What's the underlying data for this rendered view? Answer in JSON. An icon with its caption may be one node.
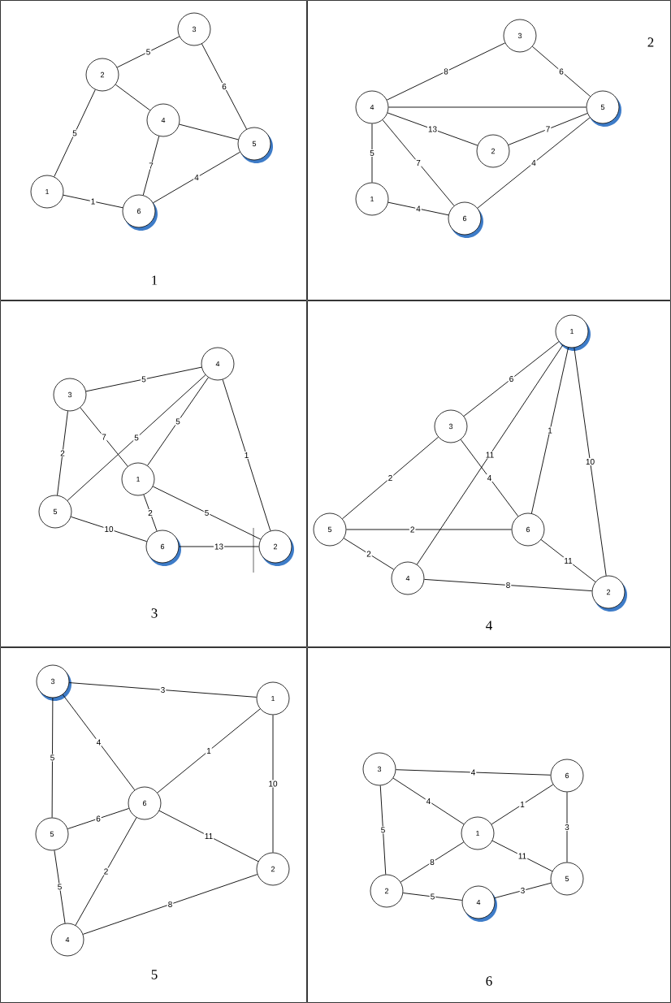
{
  "diagram": {
    "nodes": [
      {
        "text": [
          "1"
        ]
      },
      {
        "text": [
          "3"
        ],
        "in": 0
      },
      {
        "text": [
          "2"
        ],
        "in": 0
      },
      {
        "text": [
          "4"
        ],
        "in": 0
      },
      {
        "text": [
          "5"
        ],
        "in": 0
      },
      {
        "text": [
          "1"
        ],
        "in": 0
      },
      {
        "text": [
          "6"
        ],
        "in": 0
      },
      {
        "text": [
          "2"
        ]
      },
      {
        "text": [
          "3"
        ],
        "in": 7
      },
      {
        "text": [
          "4"
        ],
        "in": 7
      },
      {
        "text": [
          "5"
        ],
        "in": 7
      },
      {
        "text": [
          "2"
        ],
        "in": 7
      },
      {
        "text": [
          "1"
        ],
        "in": 7
      },
      {
        "text": [
          "6"
        ],
        "in": 7
      },
      {
        "text": [
          "3"
        ]
      },
      {
        "text": [
          "4"
        ],
        "in": 14
      },
      {
        "text": [
          "3"
        ],
        "in": 14
      },
      {
        "text": [
          "1"
        ],
        "in": 14
      },
      {
        "text": [
          "5"
        ],
        "in": 14
      },
      {
        "text": [
          "6"
        ],
        "in": 14
      },
      {
        "text": [
          "2"
        ],
        "in": 14
      },
      {
        "text": [
          "4"
        ]
      },
      {
        "text": [
          "1"
        ],
        "in": 21
      },
      {
        "text": [
          "3"
        ],
        "in": 21
      },
      {
        "text": [
          "5"
        ],
        "in": 21
      },
      {
        "text": [
          "6"
        ],
        "in": 21
      },
      {
        "text": [
          "4"
        ],
        "in": 21
      },
      {
        "text": [
          "2"
        ],
        "in": 21
      },
      {
        "text": [
          "5"
        ]
      },
      {
        "text": [
          "3"
        ],
        "in": 28
      },
      {
        "text": [
          "1"
        ],
        "in": 28
      },
      {
        "text": [
          "6"
        ],
        "in": 28
      },
      {
        "text": [
          "5"
        ],
        "in": 28
      },
      {
        "text": [
          "2"
        ],
        "in": 28
      },
      {
        "text": [
          "4"
        ],
        "in": 28
      },
      {
        "text": [
          "6"
        ]
      },
      {
        "text": [
          "3"
        ],
        "in": 35
      },
      {
        "text": [
          "6"
        ],
        "in": 35
      },
      {
        "text": [
          "1"
        ],
        "in": 35
      },
      {
        "text": [
          "5"
        ],
        "in": 35
      },
      {
        "text": [
          "2"
        ],
        "in": 35
      },
      {
        "text": [
          "4"
        ],
        "in": 35
      }
    ],
    "edges": [
      {
        "from": 2,
        "to": 1,
        "arrow": "none",
        "label": "5"
      },
      {
        "from": 1,
        "to": 4,
        "arrow": "none",
        "label": "6"
      },
      {
        "from": 2,
        "to": 3,
        "arrow": "none"
      },
      {
        "from": 2,
        "to": 5,
        "arrow": "none",
        "label": "5"
      },
      {
        "from": 3,
        "to": 4,
        "arrow": "none"
      },
      {
        "from": 3,
        "to": 6,
        "arrow": "none",
        "label": "7"
      },
      {
        "from": 5,
        "to": 6,
        "arrow": "none",
        "label": "1"
      },
      {
        "from": 6,
        "to": 4,
        "arrow": "none",
        "label": "4"
      },
      {
        "from": 9,
        "to": 8,
        "arrow": "none",
        "label": "8"
      },
      {
        "from": 8,
        "to": 10,
        "arrow": "none",
        "label": "6"
      },
      {
        "from": 9,
        "to": 10,
        "arrow": "none"
      },
      {
        "from": 9,
        "to": 11,
        "arrow": "none",
        "label": "13"
      },
      {
        "from": 11,
        "to": 10,
        "arrow": "none",
        "label": "7"
      },
      {
        "from": 9,
        "to": 12,
        "arrow": "none",
        "label": "5"
      },
      {
        "from": 9,
        "to": 13,
        "arrow": "none",
        "label": "7"
      },
      {
        "from": 12,
        "to": 13,
        "arrow": "none",
        "label": "4"
      },
      {
        "from": 13,
        "to": 10,
        "arrow": "none",
        "label": "4"
      },
      {
        "from": 16,
        "to": 15,
        "arrow": "none",
        "label": "5"
      },
      {
        "from": 16,
        "to": 17,
        "arrow": "none",
        "label": "7"
      },
      {
        "from": 15,
        "to": 18,
        "arrow": "none",
        "label": "5"
      },
      {
        "from": 15,
        "to": 17,
        "arrow": "none",
        "label": "5"
      },
      {
        "from": 15,
        "to": 20,
        "arrow": "none",
        "label": "1"
      },
      {
        "from": 16,
        "to": 18,
        "arrow": "none",
        "label": "2"
      },
      {
        "from": 17,
        "to": 20,
        "arrow": "none",
        "label": "5"
      },
      {
        "from": 17,
        "to": 19,
        "arrow": "none",
        "label": "2"
      },
      {
        "from": 18,
        "to": 19,
        "arrow": "none",
        "label": "10"
      },
      {
        "from": 19,
        "to": 20,
        "arrow": "none",
        "label": "13"
      },
      {
        "from": 22,
        "to": 23,
        "arrow": "none",
        "label": "6"
      },
      {
        "from": 22,
        "to": 26,
        "arrow": "none",
        "label": "11"
      },
      {
        "from": 22,
        "to": 25,
        "arrow": "none",
        "label": "1"
      },
      {
        "from": 22,
        "to": 27,
        "arrow": "none",
        "label": "10"
      },
      {
        "from": 23,
        "to": 24,
        "arrow": "none",
        "label": "2"
      },
      {
        "from": 23,
        "to": 25,
        "arrow": "none",
        "label": "4"
      },
      {
        "from": 24,
        "to": 25,
        "arrow": "none",
        "label": "2"
      },
      {
        "from": 24,
        "to": 26,
        "arrow": "none",
        "label": "2"
      },
      {
        "from": 25,
        "to": 27,
        "arrow": "none",
        "label": "11"
      },
      {
        "from": 26,
        "to": 27,
        "arrow": "none",
        "label": "8"
      },
      {
        "from": 29,
        "to": 30,
        "arrow": "none",
        "label": "3"
      },
      {
        "from": 29,
        "to": 32,
        "arrow": "none",
        "label": "5"
      },
      {
        "from": 29,
        "to": 31,
        "arrow": "none",
        "label": "4"
      },
      {
        "from": 31,
        "to": 30,
        "arrow": "none",
        "label": "1"
      },
      {
        "from": 30,
        "to": 33,
        "arrow": "none",
        "label": "10"
      },
      {
        "from": 32,
        "to": 31,
        "arrow": "none",
        "label": "6"
      },
      {
        "from": 31,
        "to": 33,
        "arrow": "none",
        "label": "11"
      },
      {
        "from": 32,
        "to": 34,
        "arrow": "none",
        "label": "5"
      },
      {
        "from": 31,
        "to": 34,
        "arrow": "none",
        "label": "2"
      },
      {
        "from": 34,
        "to": 33,
        "arrow": "none",
        "label": "8"
      },
      {
        "from": 36,
        "to": 37,
        "arrow": "none",
        "label": "4"
      },
      {
        "from": 36,
        "to": 38,
        "arrow": "none",
        "label": "4"
      },
      {
        "from": 37,
        "to": 38,
        "arrow": "none",
        "label": "1"
      },
      {
        "from": 36,
        "to": 40,
        "arrow": "none",
        "label": "5"
      },
      {
        "from": 37,
        "to": 39,
        "arrow": "none",
        "label": "3"
      },
      {
        "from": 38,
        "to": 39,
        "arrow": "none",
        "label": "11"
      },
      {
        "from": 40,
        "to": 38,
        "arrow": "none",
        "label": "8"
      },
      {
        "from": 40,
        "to": 41,
        "arrow": "none",
        "label": "5"
      },
      {
        "from": 41,
        "to": 39,
        "arrow": "none",
        "label": "3"
      }
    ]
  }
}
